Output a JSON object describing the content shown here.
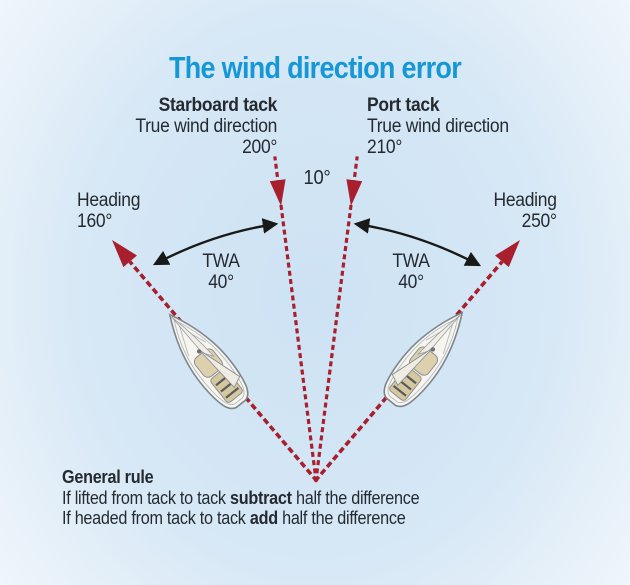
{
  "title": "The wind direction error",
  "starboard": {
    "tack_label": "Starboard tack",
    "wind_label": "True wind direction",
    "wind_value": "200°"
  },
  "port": {
    "tack_label": "Port tack",
    "wind_label": "True wind direction",
    "wind_value": "210°"
  },
  "angle_between_winds": "10°",
  "heading_left": {
    "label": "Heading",
    "value": "160°"
  },
  "heading_right": {
    "label": "Heading",
    "value": "250°"
  },
  "twa_left": {
    "label": "TWA",
    "value": "40°"
  },
  "twa_right": {
    "label": "TWA",
    "value": "40°"
  },
  "general_rule": {
    "heading": "General rule",
    "line1": {
      "prefix": "If lifted from tack to tack ",
      "bold": "subtract",
      "suffix": " half the difference"
    },
    "line2": {
      "prefix": "If headed from tack to tack ",
      "bold": "add",
      "suffix": " half the difference"
    }
  },
  "colors": {
    "title_blue": "#1697d6",
    "arrow_red": "#a81f2d",
    "text_dark": "#252a31",
    "background_blue": "#cde2f3",
    "arc_black": "#191919",
    "boat_hull": "#f7f5ef",
    "boat_deck_tan": "#d8cba5"
  }
}
